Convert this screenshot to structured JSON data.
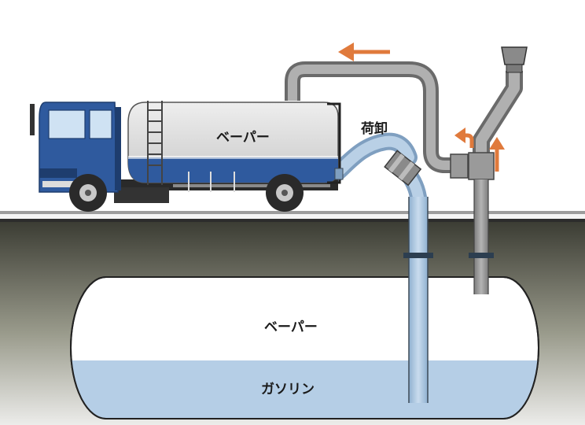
{
  "labels": {
    "truck_tank": "ベーパー",
    "unloading": "荷卸",
    "tank_vapor": "ベーパー",
    "tank_gasoline": "ガソリン"
  },
  "colors": {
    "vapor_pipe": "#9a9a9a",
    "liquid_pipe": "#a8c4de",
    "gasoline": "#b5cee6",
    "arrow": "#e07a3c",
    "truck_cab": "#2f5a9e",
    "truck_tank_top": "#d9d9d9",
    "truck_tank_stripe": "#2f5a9e",
    "ground_top": "#3a3a3a",
    "ground_bottom": "#dcdcd0"
  },
  "icons": {
    "flow_arrow": "left-arrow-icon",
    "vent_arrow": "up-arrow-icon",
    "vent_cap": "vent-cap-icon"
  }
}
